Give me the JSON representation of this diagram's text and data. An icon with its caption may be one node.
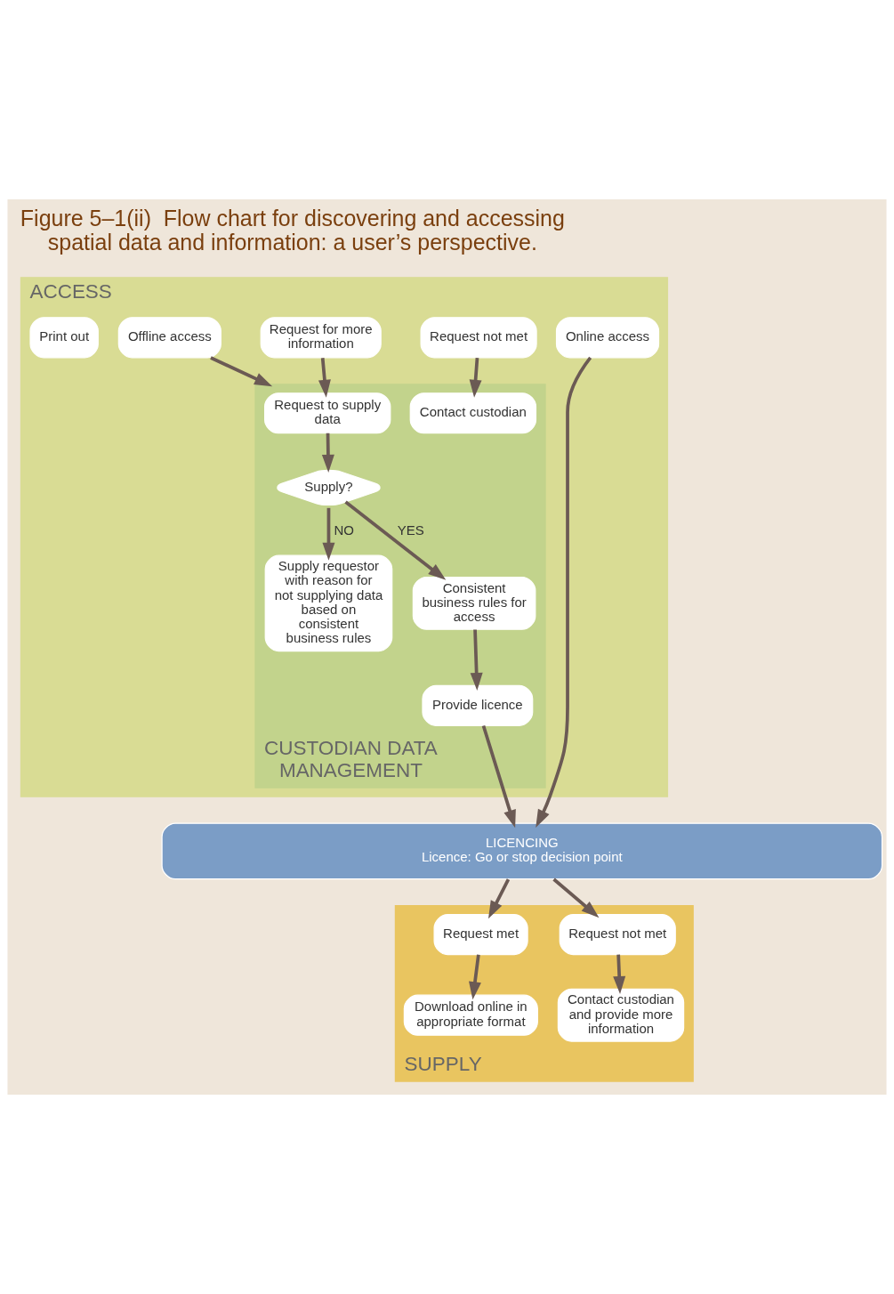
{
  "diagram": {
    "title": "Figure 5–1(ii)  Flow chart for discovering and accessing spatial data and information: a user’s perspective.",
    "nodes": [
      {
        "text": [
          "ACCESS"
        ]
      },
      {
        "text": [
          "Print out"
        ],
        "in": 0
      },
      {
        "text": [
          "Online access"
        ],
        "in": 0
      },
      {
        "text": [
          "Offline access"
        ],
        "in": 0
      },
      {
        "text": [
          "Request for more information"
        ],
        "in": 0
      },
      {
        "text": [
          "Request not met"
        ],
        "in": 0
      },
      {
        "text": [
          "CUSTODIAN DATA MANAGEMENT"
        ],
        "in": 0
      },
      {
        "text": [
          "Request to supply data"
        ],
        "in": 6
      },
      {
        "text": [
          "Contact custodian"
        ],
        "in": 6
      },
      {
        "text": [
          "Supply?"
        ],
        "in": 6
      },
      {
        "text": [
          "Consistent business rules for access"
        ],
        "in": 6
      },
      {
        "text": [
          "Supply requestor with reason for not supplying data based on consistent business rules"
        ],
        "in": 6
      },
      {
        "text": [
          "Provide licence"
        ],
        "in": 6
      },
      {
        "text": [
          "LICENCING",
          "Licence: Go or stop decision point"
        ]
      },
      {
        "text": [
          "SUPPLY"
        ]
      },
      {
        "text": [
          "Request met"
        ],
        "in": 14
      },
      {
        "text": [
          "Request not met"
        ],
        "in": 14
      },
      {
        "text": [
          "Download online in appropriate format"
        ],
        "in": 14
      },
      {
        "text": [
          "Contact custodian and provide more information"
        ],
        "in": 14
      }
    ],
    "edges": [
      {
        "from": 2,
        "to": 13,
        "arrow": "to"
      },
      {
        "from": 3,
        "to": 6,
        "arrow": "to"
      },
      {
        "from": 4,
        "to": 7,
        "arrow": "to"
      },
      {
        "from": 5,
        "to": 8,
        "arrow": "to"
      },
      {
        "from": 7,
        "to": 9,
        "arrow": "to"
      },
      {
        "from": 9,
        "to": 10,
        "arrow": "to",
        "label": "YES"
      },
      {
        "from": 9,
        "to": 11,
        "arrow": "to",
        "label": "NO"
      },
      {
        "from": 10,
        "to": 12,
        "arrow": "to"
      },
      {
        "from": 12,
        "to": 13,
        "arrow": "to"
      },
      {
        "from": 13,
        "to": 15,
        "arrow": "to"
      },
      {
        "from": 13,
        "to": 16,
        "arrow": "to"
      },
      {
        "from": 15,
        "to": 17,
        "arrow": "to"
      },
      {
        "from": 16,
        "to": 18,
        "arrow": "to"
      }
    ]
  }
}
